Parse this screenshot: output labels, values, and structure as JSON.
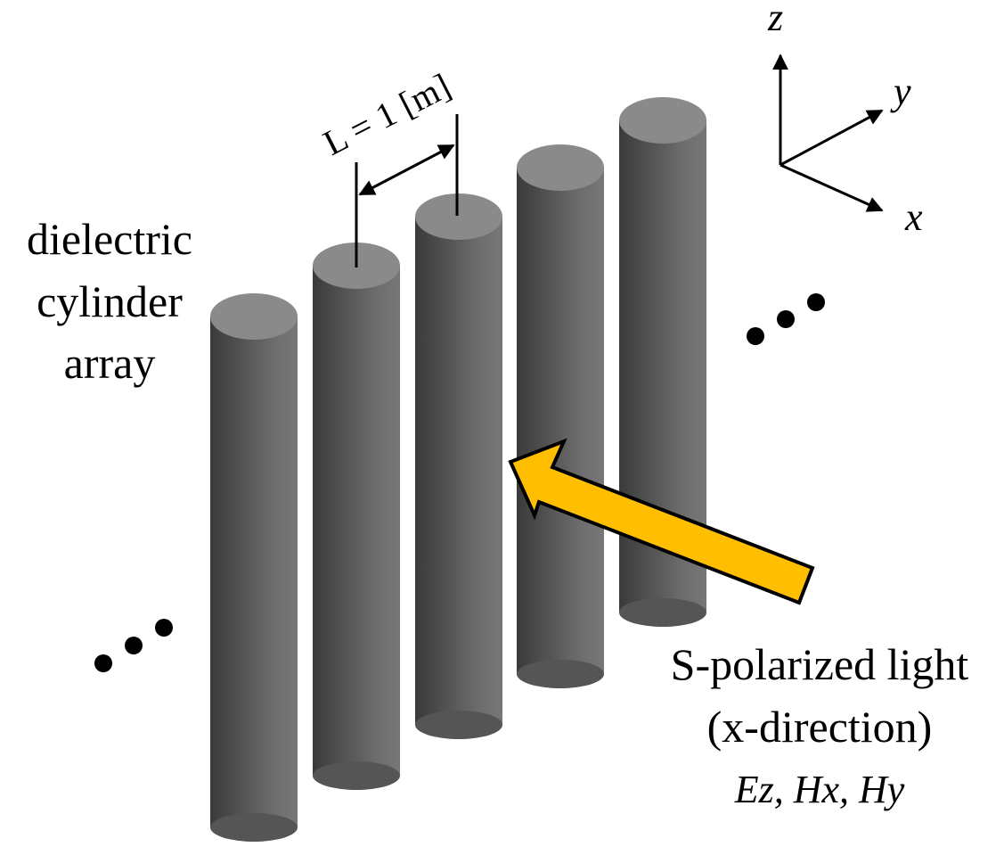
{
  "diagram": {
    "array_label": [
      "dielectric",
      "cylinder",
      "array"
    ],
    "spacing_label": "L = 1 [m]",
    "light_label": [
      "S-polarized light",
      "(x-direction)"
    ],
    "field_components": "Ez,  Hx,  Hy",
    "axes": {
      "z": "z",
      "y": "y",
      "x": "x"
    },
    "ellipsis_left": "•••",
    "ellipsis_right": "•••",
    "colors": {
      "cylinder_dark": "#3a3a3a",
      "cylinder_mid": "#6e6e6e",
      "cylinder_top": "#8a8a8a",
      "arrow_fill": "#ffbf00",
      "arrow_stroke": "#000000",
      "line": "#000000"
    },
    "cylinder_count": 5
  }
}
